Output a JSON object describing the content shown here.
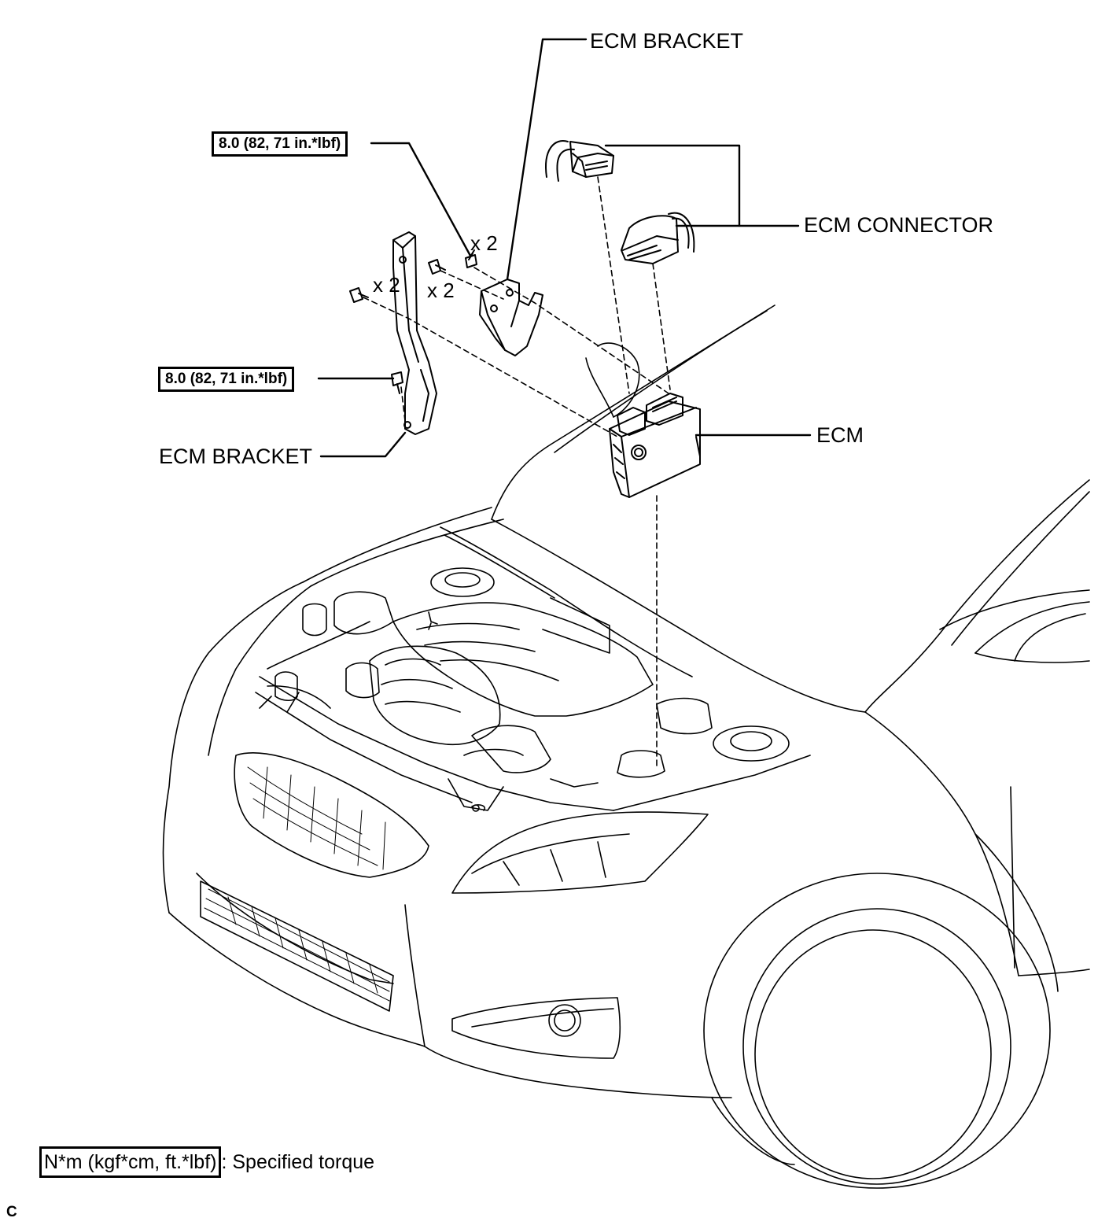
{
  "labels": {
    "ecm_bracket_top": "ECM BRACKET",
    "ecm_connector": "ECM CONNECTOR",
    "ecm": "ECM",
    "ecm_bracket_left": "ECM BRACKET"
  },
  "torque_specs": {
    "upper": "8.0 (82, 71 in.*lbf)",
    "lower": "8.0 (82, 71 in.*lbf)"
  },
  "quantities": {
    "upper_bolts": "x 2",
    "bracket_bolts": "x 2",
    "left_bolts": "x 2"
  },
  "legend": {
    "box_text": "N*m (kgf*cm, ft.*lbf)",
    "description": ": Specified torque"
  },
  "corner_code": "C"
}
